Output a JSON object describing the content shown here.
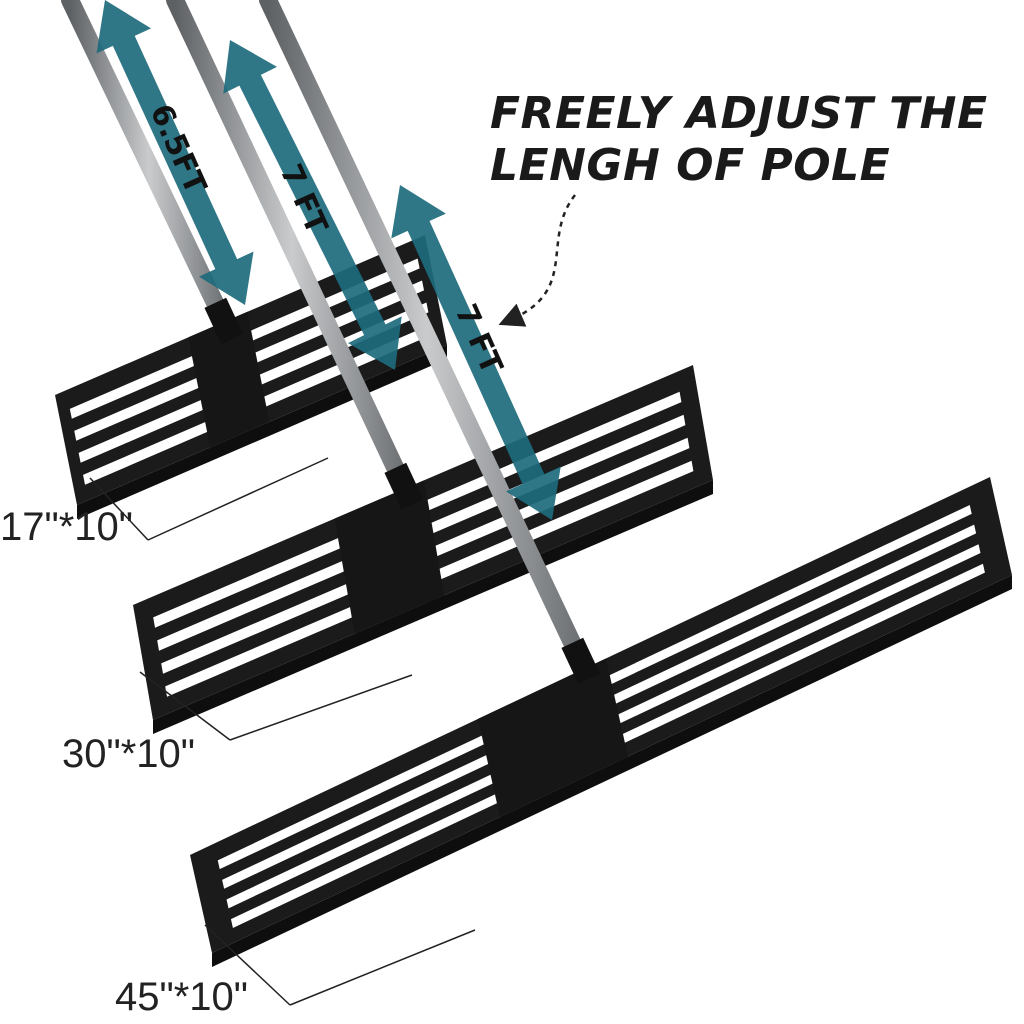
{
  "headline": {
    "line1": "FREELY ADJUST THE",
    "line2": "LENGH OF POLE"
  },
  "pole_lengths": [
    "6.5FT",
    "7 FT",
    "7 FT"
  ],
  "rake_sizes": [
    "17\"*10\"",
    "30\"*10\"",
    "45\"*10\""
  ],
  "colors": {
    "arrow": "#1d6a7c",
    "frame": "#1b1b1b",
    "pole": "#8a8d90"
  }
}
